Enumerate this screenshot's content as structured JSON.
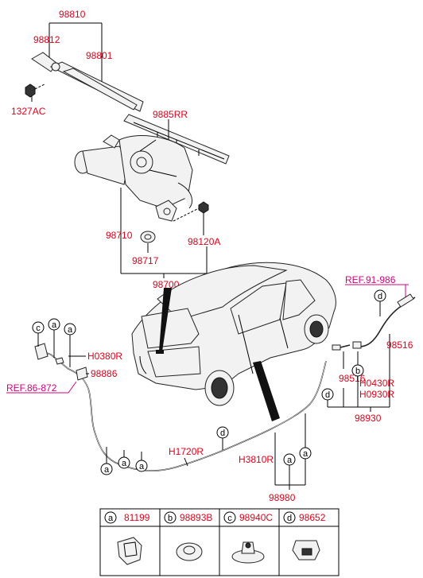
{
  "part_numbers": {
    "p98810": "98810",
    "p98812": "98812",
    "p98801": "98801",
    "p1327AC": "1327AC",
    "p9885RR": "9885RR",
    "p98710": "98710",
    "p98120A": "98120A",
    "p98717": "98717",
    "p98700": "98700",
    "pH0380R": "H0380R",
    "p98886": "98886",
    "pH1720R": "H1720R",
    "pH3810R": "H3810R",
    "p98980": "98980",
    "p98516_top": "98516",
    "p98516_mid": "98516",
    "pH0430R": "H0430R",
    "pH0930R": "H0930R",
    "p98930": "98930"
  },
  "references": {
    "ref_left": "REF.86-872",
    "ref_right": "REF.91-986"
  },
  "callout_letters": {
    "a": "a",
    "b": "b",
    "c": "c",
    "d": "d"
  },
  "legend": [
    {
      "letter": "a",
      "part": "81199"
    },
    {
      "letter": "b",
      "part": "98893B"
    },
    {
      "letter": "c",
      "part": "98940C"
    },
    {
      "letter": "d",
      "part": "98652"
    }
  ],
  "colors": {
    "part_label": "#e0001a",
    "reference_label": "#d4007a",
    "lines": "#000000"
  }
}
